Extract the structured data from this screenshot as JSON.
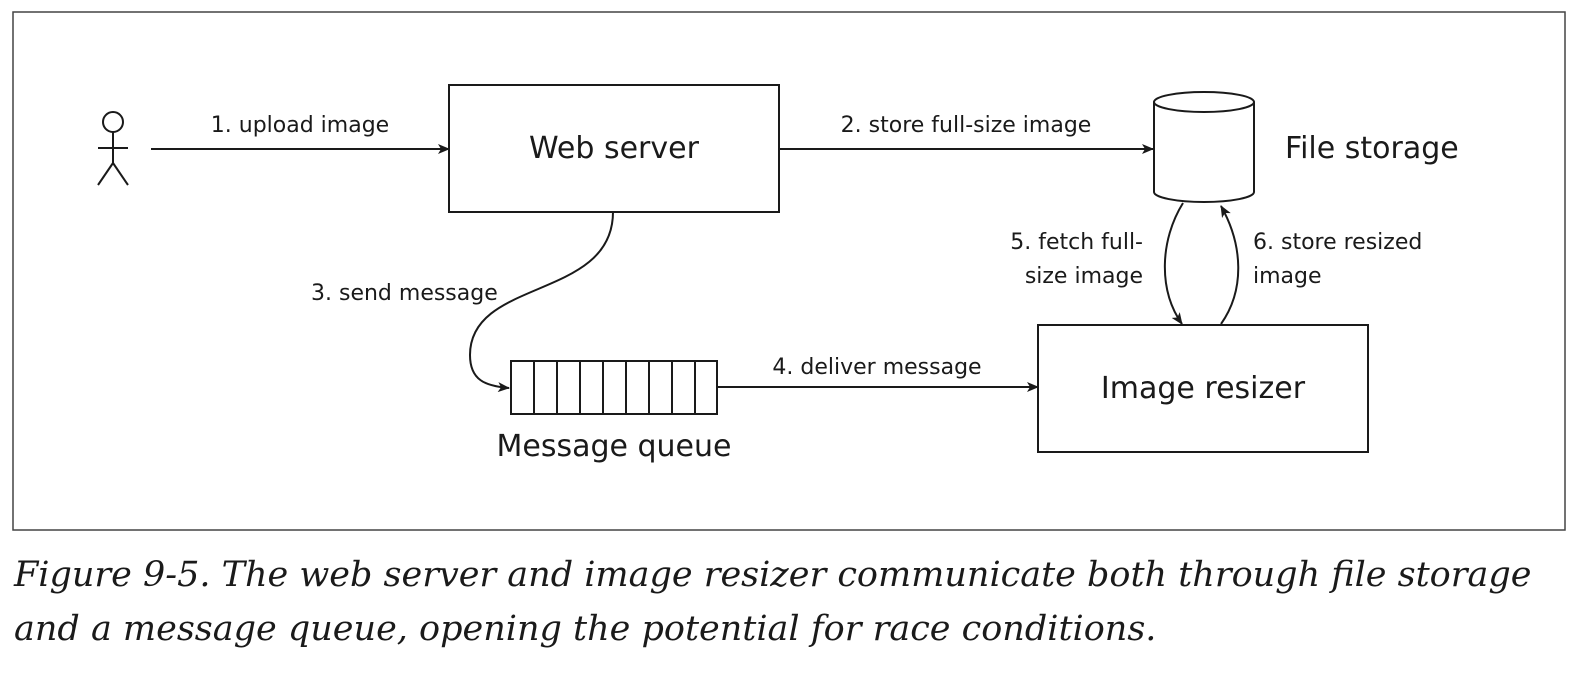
{
  "nodes": {
    "user": "user",
    "web_server": "Web server",
    "file_storage": "File storage",
    "message_queue": "Message queue",
    "image_resizer": "Image resizer"
  },
  "edges": {
    "upload": "1. upload image",
    "store_full": "2. store full-size image",
    "send_message": "3. send message",
    "deliver_message": "4. deliver message",
    "fetch_line1": "5. fetch full-",
    "fetch_line2": "size image",
    "store_resized_line1": "6. store resized",
    "store_resized_line2": "image"
  },
  "caption": {
    "line1": "Figure 9-5. The web server and image resizer communicate both through file storage",
    "line2": "and a message queue, opening the potential for race conditions."
  }
}
